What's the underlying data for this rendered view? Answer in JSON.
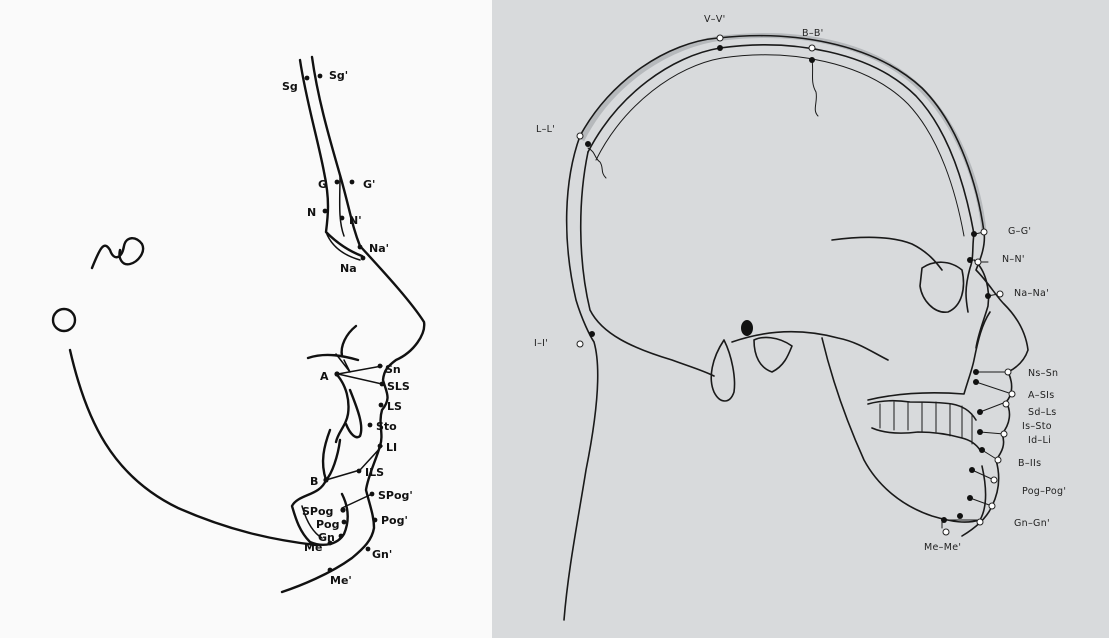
{
  "left_diagram": {
    "labels": {
      "sg": "Sg",
      "sg_soft": "Sg'",
      "g": "G",
      "g_soft": "G'",
      "n": "N",
      "n_soft": "N'",
      "na": "Na",
      "na_soft": "Na'",
      "sn": "Sn",
      "a": "A",
      "sls": "SLS",
      "ls": "LS",
      "sto": "Sto",
      "li": "LI",
      "ils": "ILS",
      "b": "B",
      "spog_soft": "SPog'",
      "spog": "SPog",
      "pog": "Pog",
      "pog_soft": "Pog'",
      "gn": "Gn",
      "me": "Me",
      "gn_soft": "Gn'",
      "me_soft": "Me'"
    }
  },
  "right_diagram": {
    "labels": {
      "v": "V–V'",
      "b_b": "B–B'",
      "l": "L–L'",
      "i": "I–I'",
      "g": "G–G'",
      "n": "N–N'",
      "na": "Na–Na'",
      "ns": "Ns–Sn",
      "a": "A–SIs",
      "sd": "Sd–Ls",
      "is": "Is–Sto",
      "id": "Id–Li",
      "b": "B–IIs",
      "pog": "Pog–Pog'",
      "gn": "Gn–Gn'",
      "me": "Me–Me'"
    }
  }
}
